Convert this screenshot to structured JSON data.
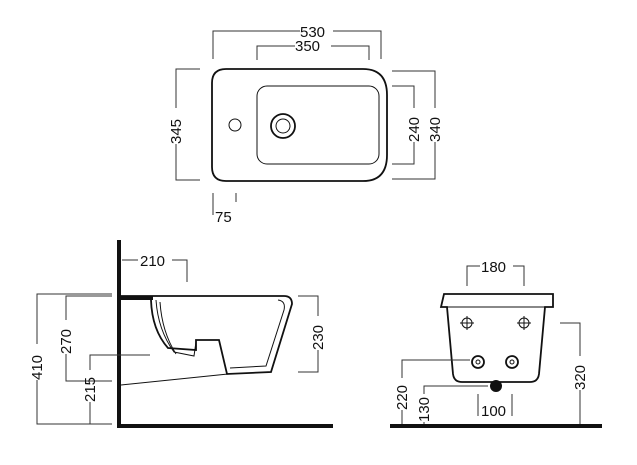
{
  "top_view": {
    "overall_width": "530",
    "inner_width": "350",
    "overall_depth_left": "345",
    "inner_depth": "240",
    "overall_depth_right": "340",
    "tap_offset": "75"
  },
  "side_view": {
    "wall_to_hole": "210",
    "total_height": "410",
    "top_to_drain": "270",
    "drain_height": "215",
    "bowl_height": "230"
  },
  "front_view": {
    "fixing_spacing": "180",
    "fixing_height": "320",
    "inlet_height": "220",
    "outlet_height": "130",
    "inlet_spacing": "100"
  }
}
